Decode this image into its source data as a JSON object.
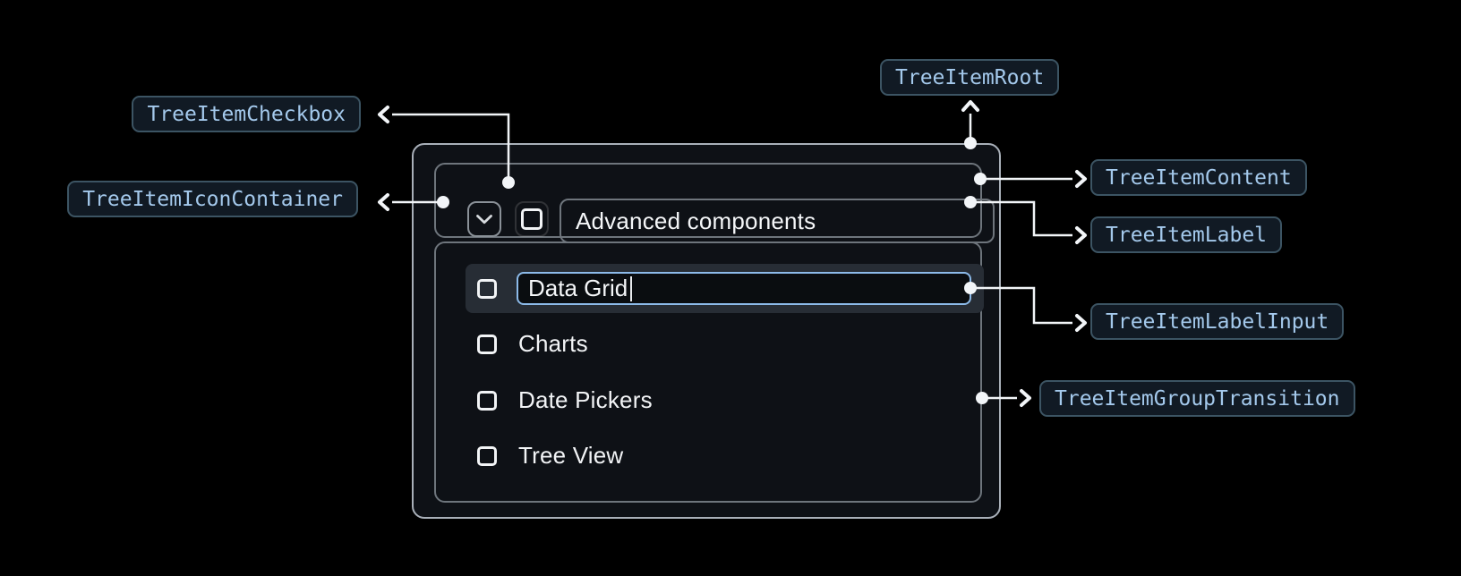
{
  "badges": [
    {
      "label": "TreeItemCheckbox"
    },
    {
      "label": "TreeItemIconContainer"
    },
    {
      "label": "TreeItemRoot"
    },
    {
      "label": "TreeItemContent"
    },
    {
      "label": "TreeItemLabel"
    },
    {
      "label": "TreeItemLabelInput"
    },
    {
      "label": "TreeItemGroupTransition"
    }
  ],
  "tree": {
    "header": {
      "label": "Advanced components",
      "expanded": true,
      "checkbox_checked": false
    },
    "editing_item": {
      "value": "Data Grid",
      "checkbox_checked": false,
      "selected": true
    },
    "items": [
      {
        "label": "Charts",
        "checkbox_checked": false
      },
      {
        "label": "Date Pickers",
        "checkbox_checked": false
      },
      {
        "label": "Tree View",
        "checkbox_checked": false
      }
    ]
  },
  "icons": {
    "expand": "chevron-down-icon",
    "checkbox": "checkbox-unchecked-icon",
    "caret": "text-caret"
  },
  "colors": {
    "background": "#000000",
    "panel_bg": "#0e1116",
    "panel_outer_border": "#a9b0b9",
    "panel_inner_border": "#6e757c",
    "selected_row_bg": "#272d35",
    "input_accent_border": "#8cbae9",
    "badge_bg": "#111a24",
    "badge_border": "#3c5463",
    "badge_text": "#a4c9ec",
    "connector": "#f2f5f8",
    "text": "#f2f4f6"
  }
}
